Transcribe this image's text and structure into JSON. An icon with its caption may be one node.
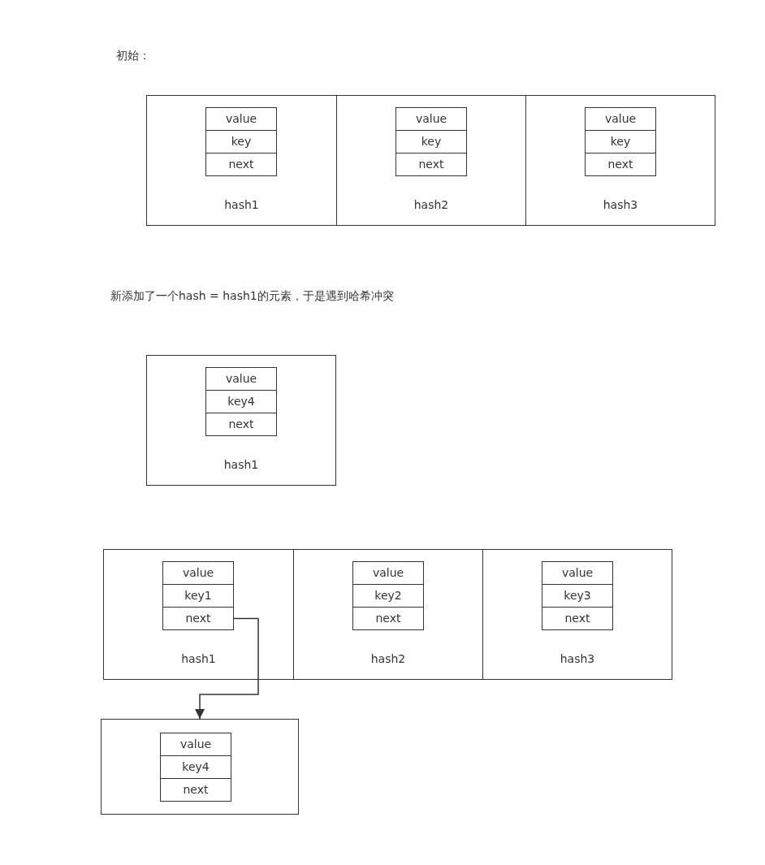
{
  "diagram": {
    "nodes": [
      {
        "text": [
          "hash1"
        ]
      },
      {
        "text": [
          "value"
        ],
        "in": 0
      },
      {
        "text": [
          "key"
        ],
        "in": 0
      },
      {
        "text": [
          "next"
        ],
        "in": 0
      },
      {
        "text": [
          "hash2"
        ]
      },
      {
        "text": [
          "value"
        ],
        "in": 4
      },
      {
        "text": [
          "key"
        ],
        "in": 4
      },
      {
        "text": [
          "next"
        ],
        "in": 4
      },
      {
        "text": [
          "hash3"
        ]
      },
      {
        "text": [
          "value"
        ],
        "in": 8
      },
      {
        "text": [
          "key"
        ],
        "in": 8
      },
      {
        "text": [
          "next"
        ],
        "in": 8
      },
      {
        "text": [
          "hash1"
        ]
      },
      {
        "text": [
          "value"
        ],
        "in": 12
      },
      {
        "text": [
          "key4"
        ],
        "in": 12
      },
      {
        "text": [
          "next"
        ],
        "in": 12
      },
      {
        "text": [
          "hash1"
        ]
      },
      {
        "text": [
          "value"
        ],
        "in": 16
      },
      {
        "text": [
          "key1"
        ],
        "in": 16
      },
      {
        "text": [
          "next"
        ],
        "in": 16
      },
      {
        "text": [
          "hash2"
        ]
      },
      {
        "text": [
          "value"
        ],
        "in": 20
      },
      {
        "text": [
          "key2"
        ],
        "in": 20
      },
      {
        "text": [
          "next"
        ],
        "in": 20
      },
      {
        "text": [
          "hash3"
        ]
      },
      {
        "text": [
          "value"
        ],
        "in": 24
      },
      {
        "text": [
          "key3"
        ],
        "in": 24
      },
      {
        "text": [
          "next"
        ],
        "in": 24
      },
      {
        "text": [],
        "shape": "box"
      },
      {
        "text": [
          "value"
        ],
        "in": 28
      },
      {
        "text": [
          "key4"
        ],
        "in": 28
      },
      {
        "text": [
          "next"
        ],
        "in": 28
      }
    ],
    "edges": [
      {
        "from": 19,
        "to": 28,
        "arrow": "to"
      }
    ],
    "labels": [
      "初始：",
      "新添加了一个hash = hash1的元素，于是遇到哈希冲突"
    ]
  }
}
